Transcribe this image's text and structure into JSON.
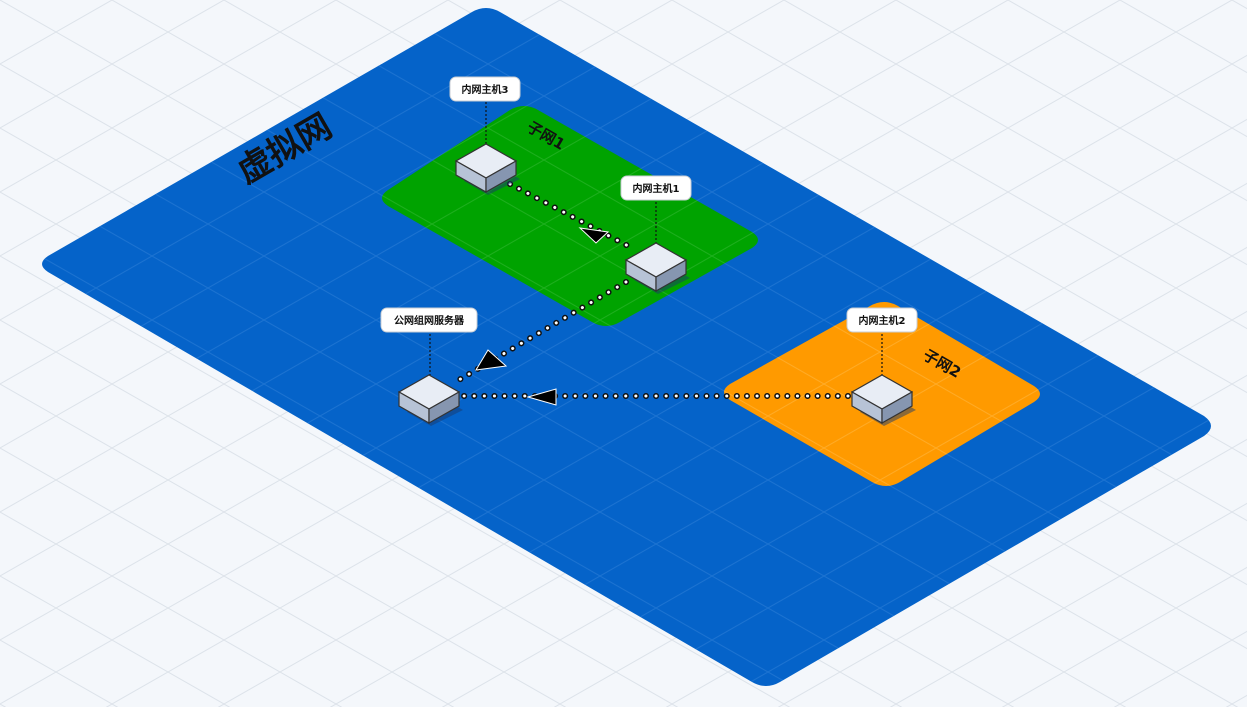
{
  "canvas": {
    "background": "#f4f7fb",
    "grid_color": "#dde3ea"
  },
  "virtual_network": {
    "label": "虚拟网",
    "color": "#0563c9",
    "grid_color": "#2a7bd4"
  },
  "subnets": [
    {
      "id": "subnet1",
      "label": "子网1",
      "color": "#00a300"
    },
    {
      "id": "subnet2",
      "label": "子网2",
      "color": "#ff9a00"
    }
  ],
  "nodes": [
    {
      "id": "host3",
      "label": "内网主机3"
    },
    {
      "id": "host1",
      "label": "内网主机1"
    },
    {
      "id": "server",
      "label": "公网组网服务器"
    },
    {
      "id": "host2",
      "label": "内网主机2"
    }
  ],
  "connections": [
    {
      "from": "host3",
      "to": "host1"
    },
    {
      "from": "host1",
      "to": "server"
    },
    {
      "from": "host2",
      "to": "server"
    }
  ]
}
